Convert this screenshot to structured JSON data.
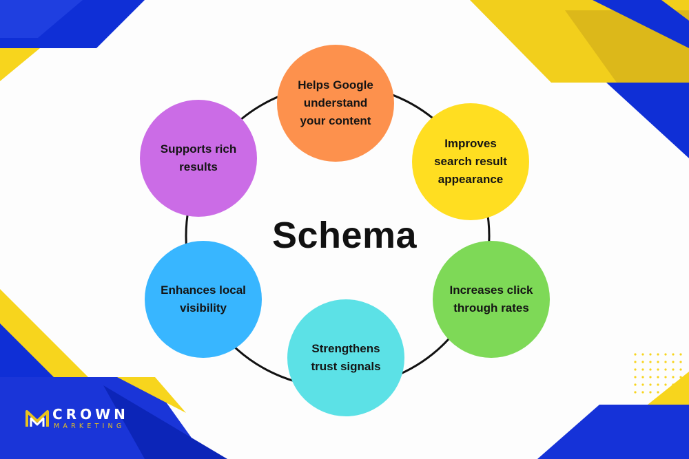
{
  "diagram": {
    "center_label": "Schema",
    "nodes": [
      {
        "label": "Helps Google understand your content",
        "color": "#fd914d"
      },
      {
        "label": "Improves search result appearance",
        "color": "#ffde21"
      },
      {
        "label": "Increases click through rates",
        "color": "#7ed957"
      },
      {
        "label": "Strengthens trust signals",
        "color": "#5ce1e6"
      },
      {
        "label": "Enhances local visibility",
        "color": "#38b6ff"
      },
      {
        "label": "Supports rich results",
        "color": "#cb6ce6"
      }
    ]
  },
  "brand": {
    "name": "CROWN",
    "tagline": "MARKETING"
  },
  "colors": {
    "accent_blue": "#0f2fd6",
    "accent_yellow": "#f7d51d",
    "ring": "#111111"
  }
}
